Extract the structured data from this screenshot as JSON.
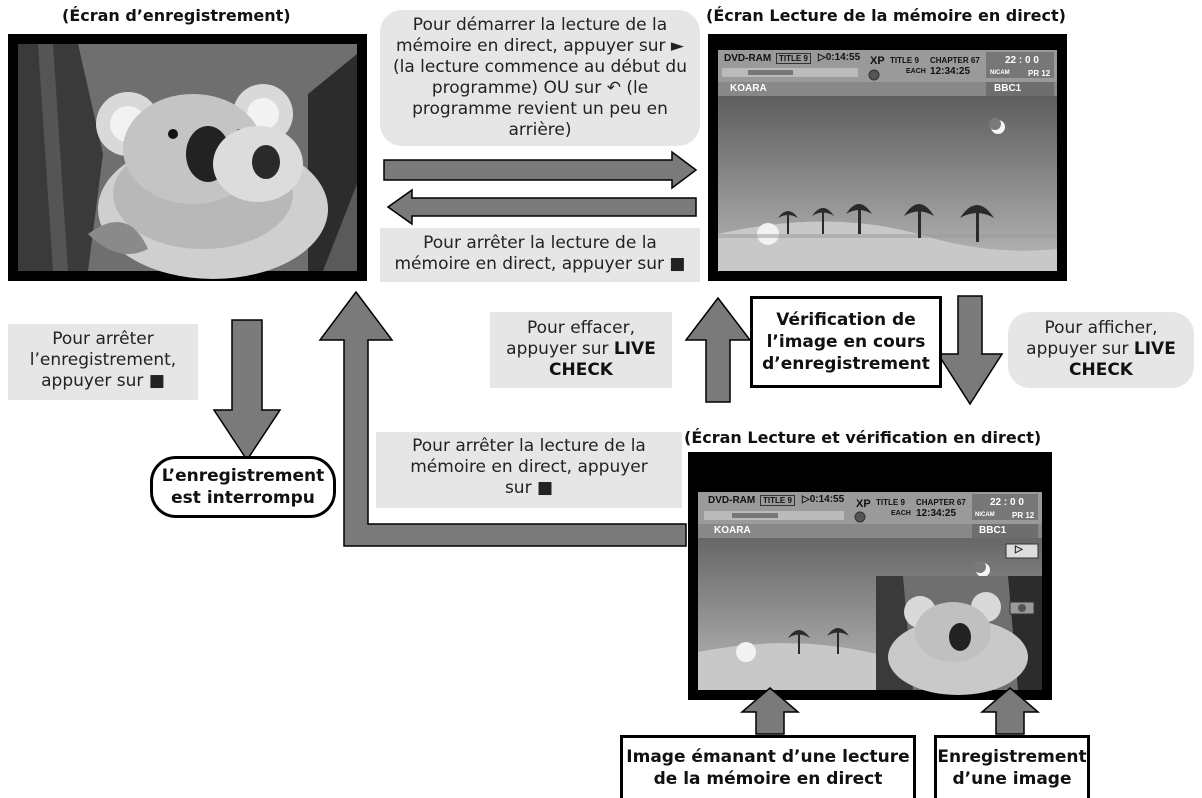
{
  "titles": {
    "recording": "(Écran d’enregistrement)",
    "live_memory": "(Écran Lecture de la mémoire en direct)",
    "live_check": "(Écran Lecture et vérification en direct)"
  },
  "notes": {
    "start_playback": [
      "Pour démarrer la lecture de la",
      "mémoire en direct, appuyer sur ►",
      "(la lecture commence au début du",
      "programme) OU sur ↶ (le",
      "programme revient un peu en",
      "arrière)"
    ],
    "stop_playback_top": [
      "Pour arrêter la lecture de la",
      "mémoire en direct, appuyer sur ■"
    ],
    "stop_recording": [
      "Pour arrêter",
      "l’enregistrement,",
      "appuyer sur ■"
    ],
    "clear": {
      "line1": "Pour effacer,",
      "line2_pre": "appuyer sur ",
      "line2_bold": "LIVE",
      "line3_bold": "CHECK"
    },
    "show": {
      "line1": "Pour afficher,",
      "line2_pre": "appuyer sur ",
      "line2_bold": "LIVE",
      "line3_bold": "CHECK"
    },
    "stop_playback_bottom": [
      "Pour arrêter la lecture de la",
      "mémoire en direct, appuyer",
      "sur ■"
    ]
  },
  "boxes": {
    "verification": [
      "Vérification de",
      "l’image en cours",
      "d’enregistrement"
    ],
    "interrupted": [
      "L’enregistrement",
      "est interrompu"
    ],
    "live_image": [
      "Image émanant d’une lecture",
      "de la mémoire en direct"
    ],
    "recorded_image": [
      "Enregistrement",
      "d’une image"
    ]
  },
  "osd": {
    "disc": "DVD-RAM",
    "title_left": "TITLE 9",
    "time": "▷0:14:55",
    "mode": "XP",
    "title_right": "TITLE 9",
    "chapter": "CHAPTER 67",
    "each": "EACH",
    "clock": "12:34:25",
    "hour": "22 : 0 0",
    "nicam": "NICAM",
    "pr": "PR 12",
    "program": "KOARA",
    "channel": "BBC1",
    "play_icon": "▷"
  }
}
